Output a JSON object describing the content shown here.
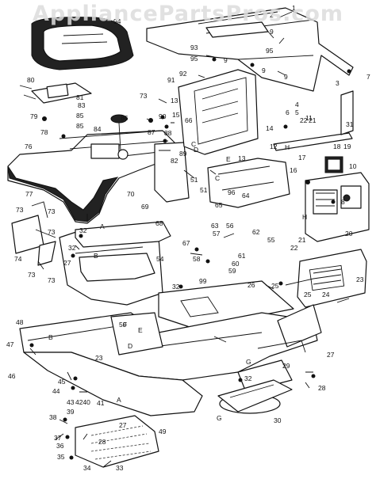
{
  "watermark": "AppliancePartsPros.com",
  "colors": {
    "line": "#111111",
    "background": "#ffffff",
    "watermark": "#dcdcdc"
  },
  "part_numbers": [
    "1",
    "2",
    "3",
    "4",
    "5",
    "6",
    "7",
    "8",
    "9",
    "10",
    "11",
    "12",
    "13",
    "14",
    "15",
    "16",
    "17",
    "18",
    "19",
    "20",
    "21",
    "22",
    "23",
    "24",
    "25",
    "26",
    "27",
    "28",
    "29",
    "30",
    "31",
    "32",
    "33",
    "34",
    "35",
    "36",
    "37",
    "38",
    "39",
    "4240",
    "41",
    "43",
    "44",
    "45",
    "46",
    "47",
    "48",
    "49",
    "50",
    "51",
    "54",
    "55",
    "56",
    "57",
    "58",
    "59",
    "60",
    "61",
    "62",
    "63",
    "64",
    "65",
    "66",
    "67",
    "68",
    "69",
    "70",
    "73",
    "74",
    "76",
    "77",
    "78",
    "79",
    "80",
    "81",
    "82",
    "83",
    "84",
    "85",
    "86",
    "87",
    "88",
    "89",
    "90",
    "91",
    "92",
    "93",
    "94",
    "95",
    "96",
    "99"
  ],
  "reference_letters": [
    "A",
    "B",
    "C",
    "D",
    "E",
    "F",
    "G",
    "H"
  ]
}
